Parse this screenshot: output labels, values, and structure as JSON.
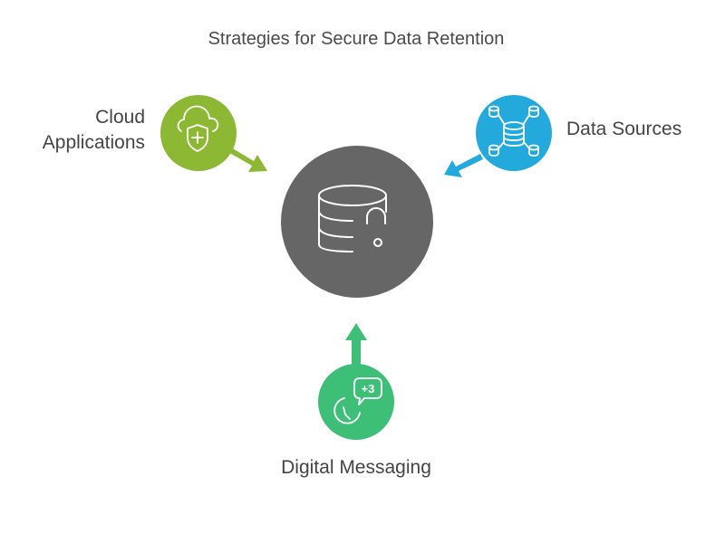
{
  "title": "Strategies for Secure Data Retention",
  "center": {
    "icon": "database-lock-icon",
    "color": "#666666"
  },
  "nodes": [
    {
      "id": "cloud",
      "label_lines": [
        "Cloud",
        "Applications"
      ],
      "icon": "cloud-shield-plus-icon",
      "color": "#8cb833",
      "arrow_direction": "toward-center"
    },
    {
      "id": "data",
      "label": "Data Sources",
      "icon": "database-network-icon",
      "color": "#23a9db",
      "arrow_direction": "toward-center"
    },
    {
      "id": "msg",
      "label": "Digital Messaging",
      "icon": "clock-message-icon",
      "badge": "+3",
      "color": "#3dbf77",
      "arrow_direction": "toward-center"
    }
  ]
}
